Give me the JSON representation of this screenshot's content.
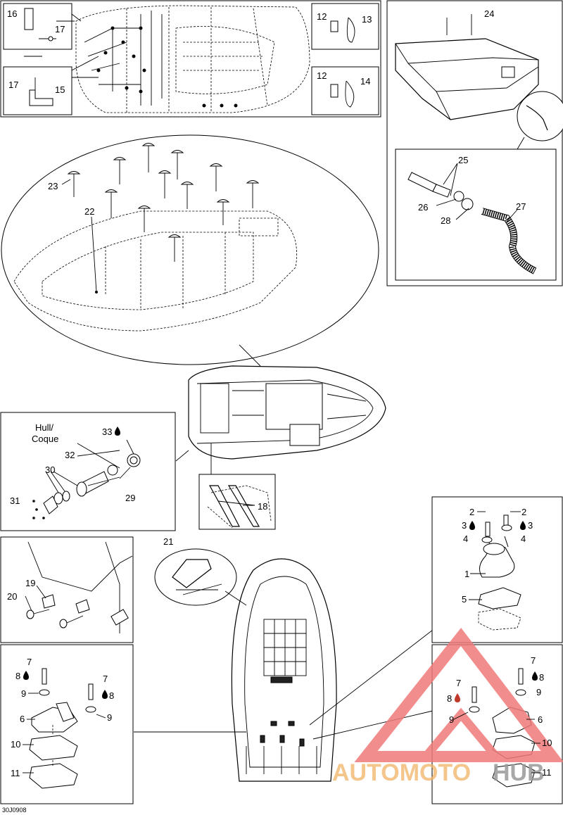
{
  "diagram_code": "30J0908",
  "hull_label_line1": "Hull/",
  "hull_label_line2": "Coque",
  "watermark": {
    "brand": "AUTOMOTOHUB",
    "brand_part1": "AUTOMOTO",
    "brand_part2": "HUB",
    "colors": {
      "primary": "#f07a7a",
      "secondary": "#9a9a9a",
      "orange": "#f2b56a"
    }
  },
  "part_numbers": {
    "p1": "1",
    "p2a": "2",
    "p2b": "2",
    "p3a": "3",
    "p3b": "3",
    "p4a": "4",
    "p4b": "4",
    "p5": "5",
    "p6a": "6",
    "p6b": "6",
    "p7a": "7",
    "p7b": "7",
    "p7c": "7",
    "p7d": "7",
    "p8a": "8",
    "p8b": "8",
    "p8c": "8",
    "p8d": "8",
    "p9a": "9",
    "p9b": "9",
    "p9c": "9",
    "p9d": "9",
    "p10a": "10",
    "p10b": "10",
    "p11a": "11",
    "p11b": "11",
    "p12a": "12",
    "p12b": "12",
    "p13": "13",
    "p14": "14",
    "p15": "15",
    "p16": "16",
    "p17a": "17",
    "p17b": "17",
    "p18": "18",
    "p19": "19",
    "p20": "20",
    "p21": "21",
    "p22": "22",
    "p23": "23",
    "p24": "24",
    "p25": "25",
    "p26": "26",
    "p27": "27",
    "p28": "28",
    "p29": "29",
    "p30": "30",
    "p31": "31",
    "p32": "32",
    "p33": "33"
  }
}
